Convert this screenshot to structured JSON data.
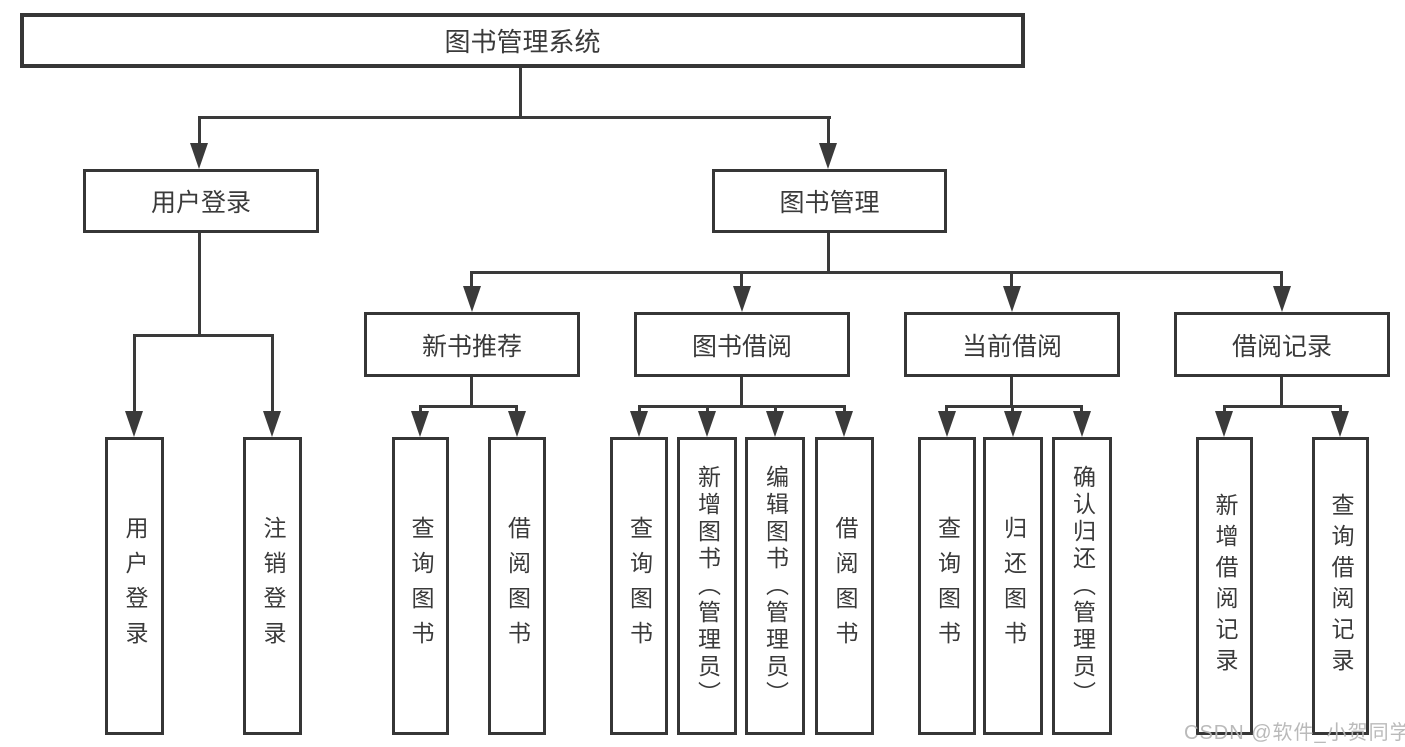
{
  "diagram_type": "hierarchy-tree",
  "colors": {
    "line": "#3a3a3a",
    "border": "#363636",
    "text": "#3a3a3a",
    "background": "#ffffff",
    "watermark": "#b6b6b6"
  },
  "tree": {
    "label": "图书管理系统",
    "children": [
      {
        "label": "用户登录",
        "children": [
          {
            "label": "用户登录"
          },
          {
            "label": "注销登录"
          }
        ]
      },
      {
        "label": "图书管理",
        "children": [
          {
            "label": "新书推荐",
            "children": [
              {
                "label": "查询图书"
              },
              {
                "label": "借阅图书"
              }
            ]
          },
          {
            "label": "图书借阅",
            "children": [
              {
                "label": "查询图书"
              },
              {
                "label": "新增图书（管理员）"
              },
              {
                "label": "编辑图书（管理员）"
              },
              {
                "label": "借阅图书"
              }
            ]
          },
          {
            "label": "当前借阅",
            "children": [
              {
                "label": "查询图书"
              },
              {
                "label": "归还图书"
              },
              {
                "label": "确认归还（管理员）"
              }
            ]
          },
          {
            "label": "借阅记录",
            "children": [
              {
                "label": "新增借阅记录"
              },
              {
                "label": "查询借阅记录"
              }
            ]
          }
        ]
      }
    ]
  },
  "watermark": {
    "text": "CSDN @软件_小贺同学"
  }
}
